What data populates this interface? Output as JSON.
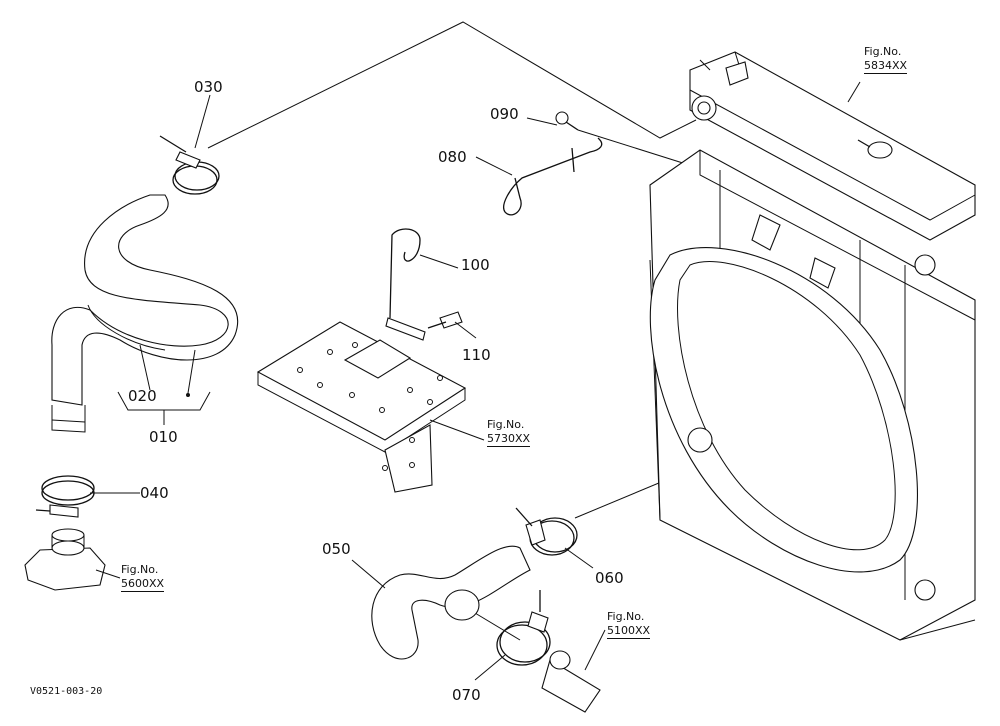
{
  "parts": [
    {
      "id": "p030",
      "text": "030"
    },
    {
      "id": "p090",
      "text": "090"
    },
    {
      "id": "p080",
      "text": "080"
    },
    {
      "id": "p100",
      "text": "100"
    },
    {
      "id": "p110",
      "text": "110"
    },
    {
      "id": "p020",
      "text": "020"
    },
    {
      "id": "p010",
      "text": "010"
    },
    {
      "id": "p040",
      "text": "040"
    },
    {
      "id": "p050",
      "text": "050"
    },
    {
      "id": "p060",
      "text": "060"
    },
    {
      "id": "p070",
      "text": "070"
    }
  ],
  "figure_refs": [
    {
      "id": "f5834",
      "label": "Fig.No.",
      "number": "5834XX"
    },
    {
      "id": "f5730",
      "label": "Fig.No.",
      "number": "5730XX"
    },
    {
      "id": "f5600",
      "label": "Fig.No.",
      "number": "5600XX"
    },
    {
      "id": "f5100",
      "label": "Fig.No.",
      "number": "5100XX"
    }
  ],
  "footer": {
    "code": "V0521-003-20"
  }
}
